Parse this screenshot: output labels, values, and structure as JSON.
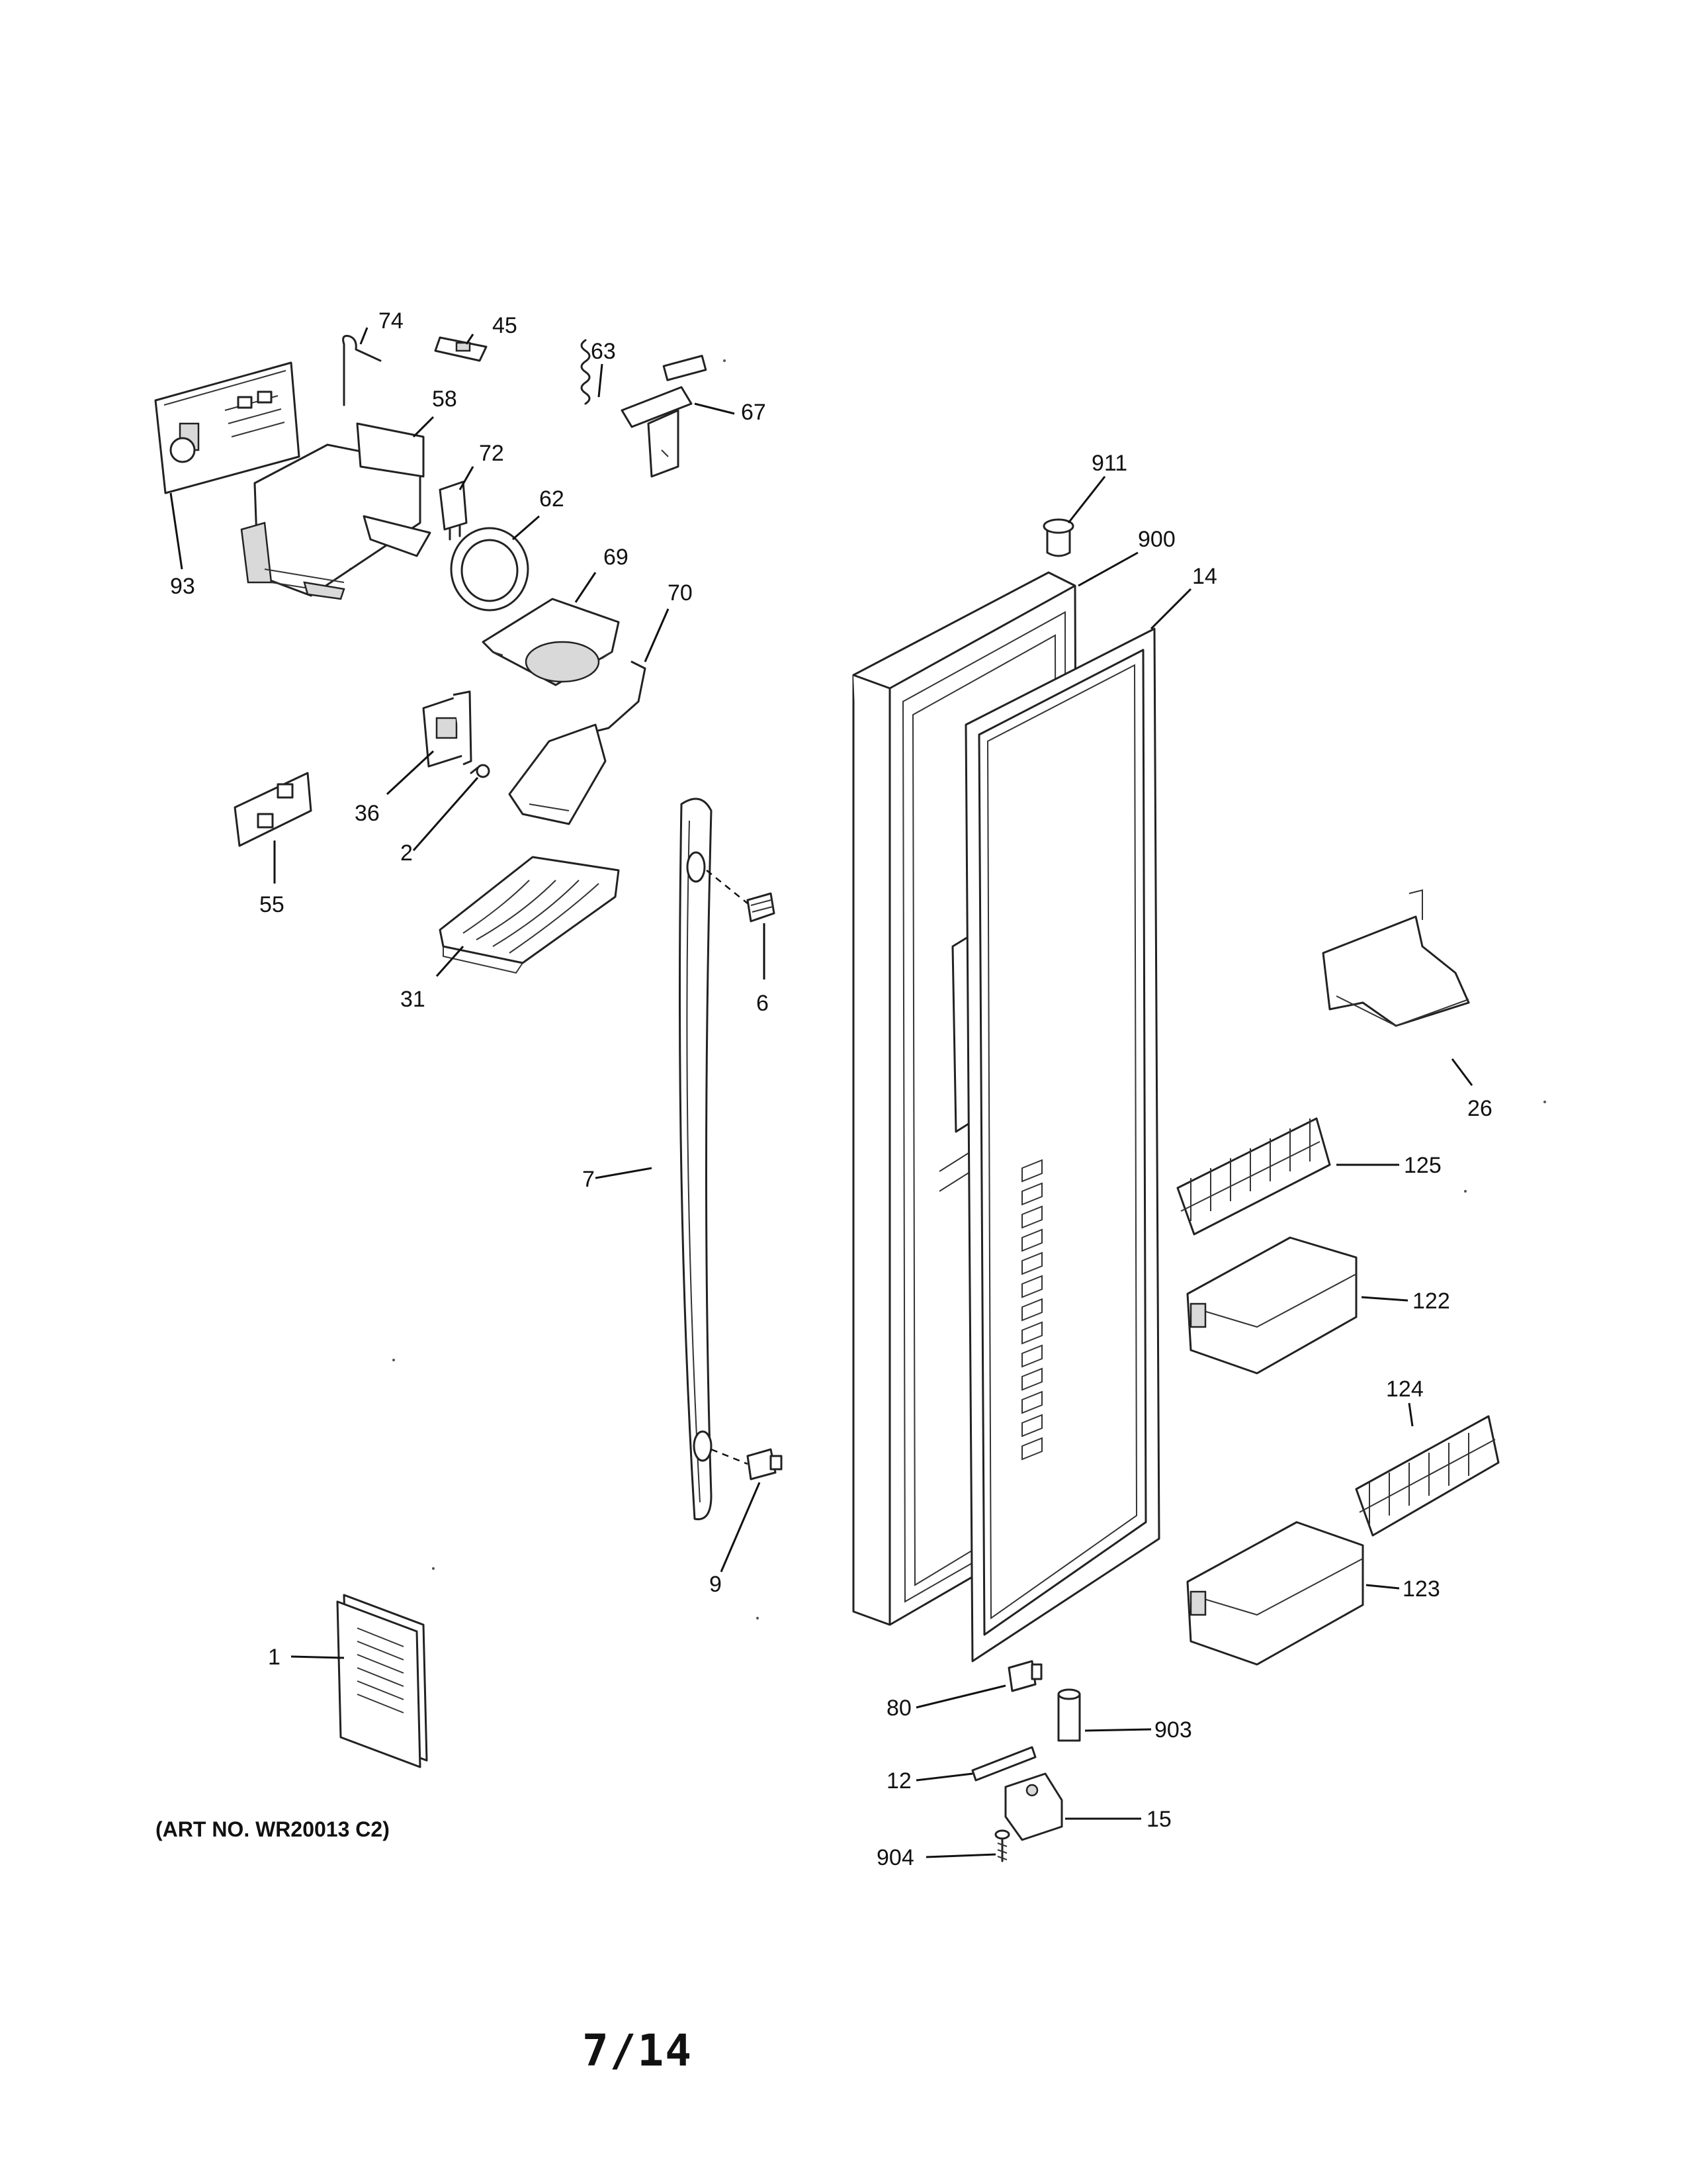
{
  "diagram": {
    "art_number": "(ART NO. WR20013 C2)",
    "page_number": "7/14",
    "callouts": {
      "p74": "74",
      "p45": "45",
      "p63": "63",
      "p67": "67",
      "p58": "58",
      "p72": "72",
      "p93": "93",
      "p62": "62",
      "p69": "69",
      "p70": "70",
      "p911": "911",
      "p900": "900",
      "p14": "14",
      "p36": "36",
      "p2": "2",
      "p55": "55",
      "p31": "31",
      "p6": "6",
      "p7": "7",
      "p9": "9",
      "p26": "26",
      "p125": "125",
      "p122": "122",
      "p124": "124",
      "p123": "123",
      "p1": "1",
      "p80": "80",
      "p903": "903",
      "p12": "12",
      "p15": "15",
      "p904": "904"
    }
  }
}
